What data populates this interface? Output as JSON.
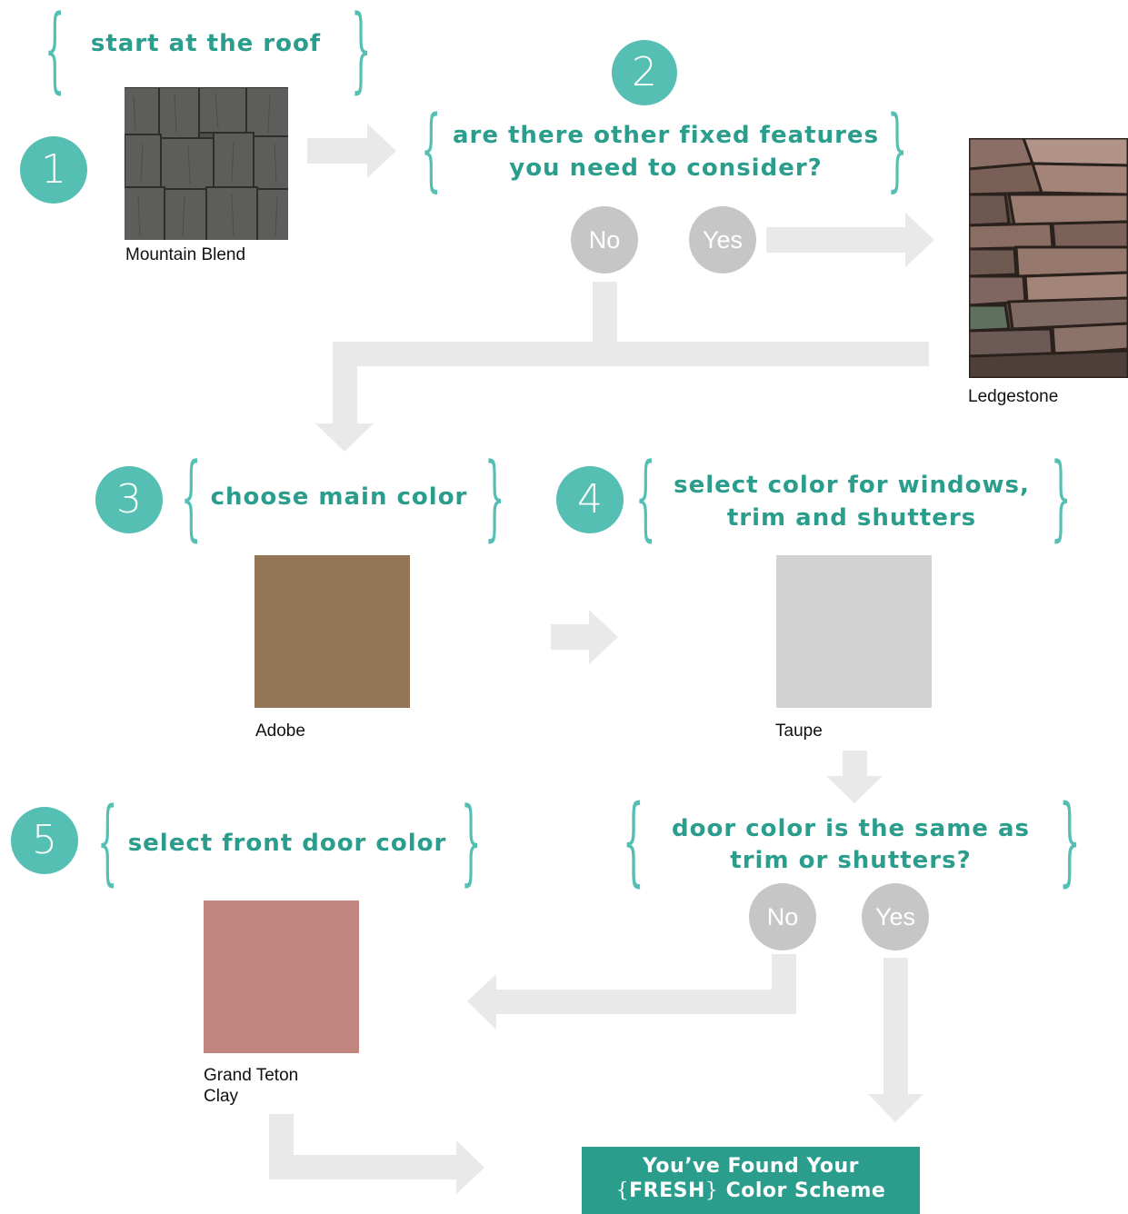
{
  "colors": {
    "teal_circle": "#55bfb3",
    "teal_text": "#2a9d8c",
    "answer_grey": "#c6c6c6",
    "arrow_grey": "#e9e9e9"
  },
  "step1": {
    "number": "1",
    "heading": "start at the roof",
    "swatch_label": "Mountain Blend",
    "icon": "roof-shingle-texture"
  },
  "step2": {
    "number": "2",
    "heading_line1": "are there other fixed features",
    "heading_line2": "you need to consider?",
    "no_label": "No",
    "yes_label": "Yes",
    "yes_result_label": "Ledgestone",
    "icon": "stone-texture"
  },
  "step3": {
    "number": "3",
    "heading": "choose main color",
    "swatch_label": "Adobe",
    "swatch_color": "#927656"
  },
  "step4": {
    "number": "4",
    "heading_line1": "select color for windows,",
    "heading_line2": "trim and shutters",
    "swatch_label": "Taupe",
    "swatch_color": "#d2d2d2"
  },
  "decision": {
    "line1": "door color is the same as",
    "line2": "trim or shutters?",
    "no_label": "No",
    "yes_label": "Yes"
  },
  "step5": {
    "number": "5",
    "heading": "select front door color",
    "swatch_label_line1": "Grand Teton",
    "swatch_label_line2": "Clay",
    "swatch_color": "#c18580"
  },
  "final": {
    "line1": "You’ve Found Your",
    "brace_open": "{",
    "fresh": "FRESH",
    "brace_close": "}",
    "line2_rest": " Color Scheme"
  }
}
